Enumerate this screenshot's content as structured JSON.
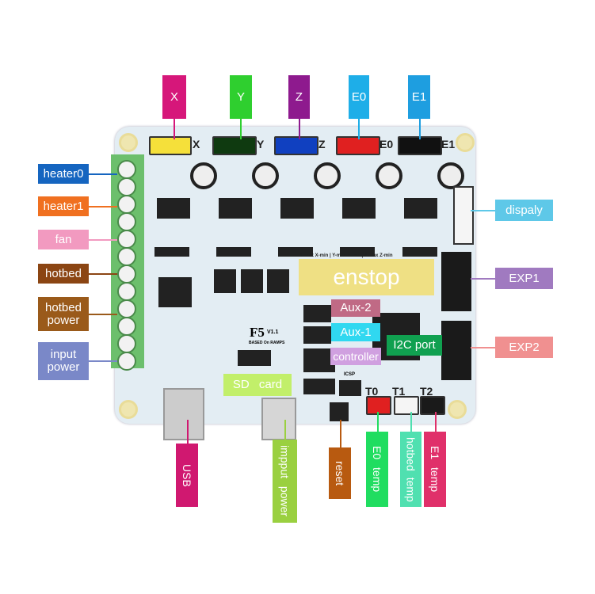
{
  "top_labels": [
    {
      "text": "X",
      "color": "#d6177a"
    },
    {
      "text": "Y",
      "color": "#2fcf2f"
    },
    {
      "text": "Z",
      "color": "#8e1a8e"
    },
    {
      "text": "E0",
      "color": "#1eaee8"
    },
    {
      "text": "E1",
      "color": "#1e9ee0"
    }
  ],
  "left_labels": [
    {
      "text": "heater0",
      "color": "#1565c0"
    },
    {
      "text": "heater1",
      "color": "#f07020"
    },
    {
      "text": "fan",
      "color": "#f29ac0"
    },
    {
      "text": "hotbed",
      "color": "#8b4513"
    },
    {
      "text": "hotbed power",
      "color": "#9a5a1a"
    },
    {
      "text": "input power",
      "color": "#7a88c8"
    }
  ],
  "right_labels": [
    {
      "text": "dispaly",
      "color": "#5ec8e8"
    },
    {
      "text": "EXP1",
      "color": "#a07ac0"
    },
    {
      "text": "EXP2",
      "color": "#f09090"
    }
  ],
  "bottom_labels": [
    {
      "text": "USB",
      "color": "#d01870"
    },
    {
      "text": "impput power",
      "color": "#9ad040"
    },
    {
      "text": "reset",
      "color": "#b85a10"
    },
    {
      "text": "E0 temp",
      "color": "#20dd60"
    },
    {
      "text": "hotbed temp",
      "color": "#50e0b0"
    },
    {
      "text": "E1 temp",
      "color": "#e0306a"
    }
  ],
  "board_labels": {
    "enstop": "enstop",
    "aux2": "Aux-2",
    "aux1": "Aux-1",
    "i2c": "I2C port",
    "controller": "controller",
    "sdcard": "SD card"
  },
  "silkscreen": {
    "x": "X",
    "y": "Y",
    "z": "Z",
    "e0": "E0",
    "e1": "E1",
    "t0": "T0",
    "t1": "T1",
    "t2": "T2",
    "model": "F5",
    "version": "V1.1",
    "based": "BASED On RAMPS",
    "icsp": "ICSP",
    "endstops": "X-max X-min | Y-max Y-min | Z-max Z-min"
  }
}
